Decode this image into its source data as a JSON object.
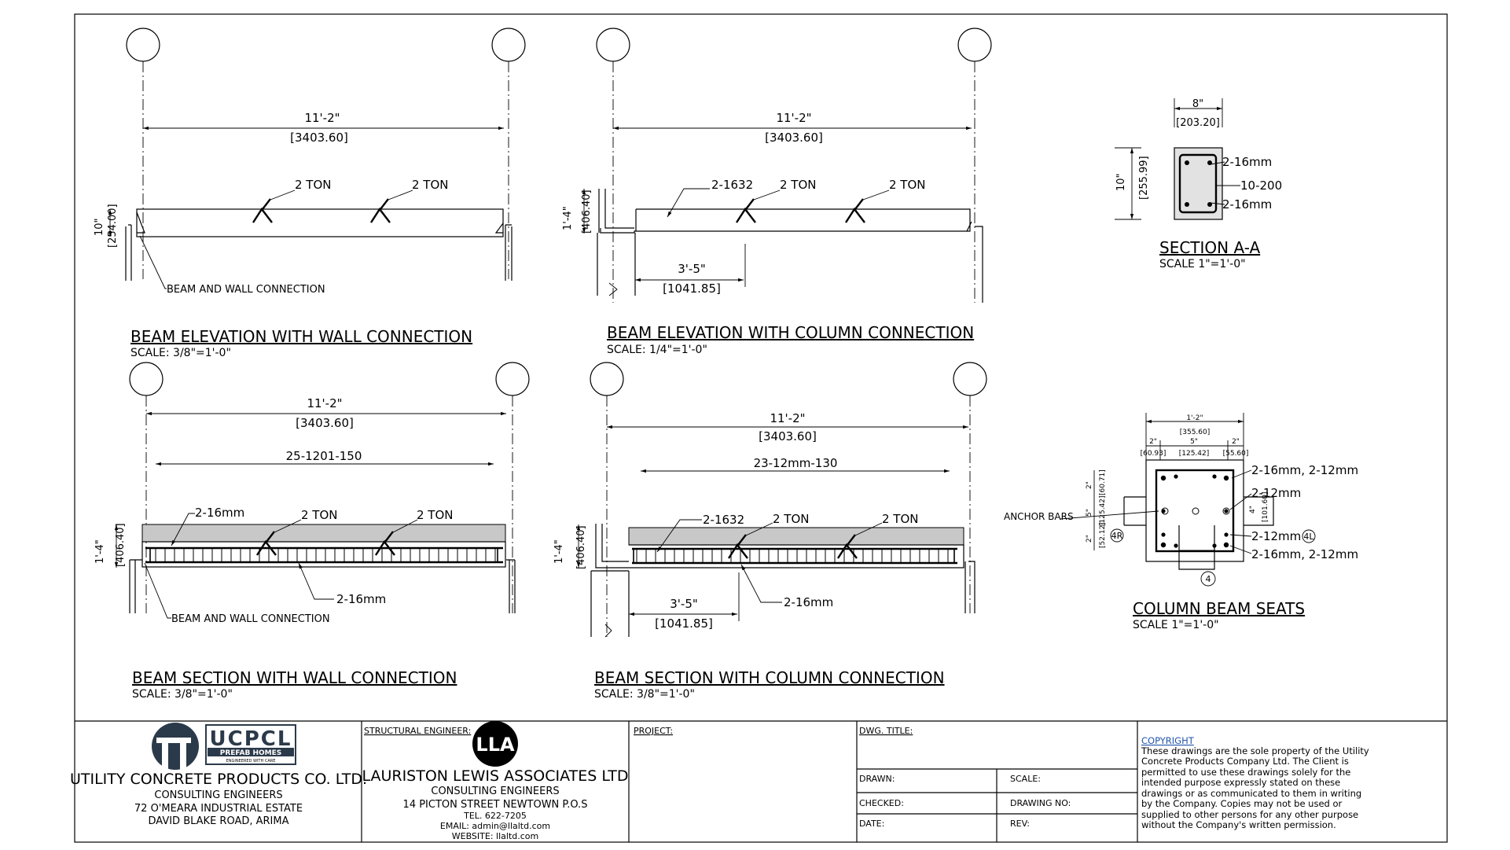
{
  "drawing": {
    "gridlines": {
      "span_imperial": "11'-2\"",
      "span_metric": "[3403.60]"
    },
    "views": {
      "elev_wall": {
        "title": "BEAM ELEVATION WITH WALL CONNECTION",
        "scale": "SCALE: 3/8\"=1'-0\"",
        "depth_imperial": "10\"",
        "depth_metric": "[254.00]",
        "load_1": "2  TON",
        "load_2": "2  TON",
        "note": "BEAM AND WALL CONNECTION"
      },
      "elev_col": {
        "title": "BEAM ELEVATION WITH COLUMN CONNECTION",
        "scale": "SCALE: 1/4\"=1'-0\"",
        "depth_imperial": "1'-4\"",
        "depth_metric": "[406.40]",
        "bar_mark": "2-1632",
        "load_1": "2  TON",
        "load_2": "2  TON",
        "seat_imperial": "3'-5\"",
        "seat_metric": "[1041.85]"
      },
      "sect_wall": {
        "title": "BEAM SECTION WITH WALL CONNECTION",
        "scale": "SCALE: 3/8\"=1'-0\"",
        "depth_imperial": "1'-4\"",
        "depth_metric": "[406.40]",
        "stirrups": "25-1201-150",
        "top_bar": "2-16mm",
        "bottom_bar": "2-16mm",
        "load_1": "2  TON",
        "load_2": "2  TON",
        "note": "BEAM AND WALL CONNECTION"
      },
      "sect_col": {
        "title": "BEAM SECTION WITH COLUMN CONNECTION",
        "scale": "SCALE: 3/8\"=1'-0\"",
        "depth_imperial": "1'-4\"",
        "depth_metric": "[406.40]",
        "stirrups": "23-12mm-130",
        "bar_mark": "2-1632",
        "bottom_bar": "2-16mm",
        "load_1": "2  TON",
        "load_2": "2  TON",
        "seat_imperial": "3'-5\"",
        "seat_metric": "[1041.85]"
      },
      "section_aa": {
        "title": "SECTION A-A",
        "scale": "SCALE 1\"=1'-0\"",
        "width_imperial": "8\"",
        "width_metric": "[203.20]",
        "height_imperial": "10\"",
        "height_metric": "[255.99]",
        "top_bars": "2-16mm",
        "links": "10-200",
        "bottom_bars": "2-16mm"
      },
      "col_seats": {
        "title": "COLUMN BEAM SEATS",
        "scale": "SCALE 1\"=1'-0\"",
        "overall_imperial": "1'-2\"",
        "overall_metric": "[355.60]",
        "d1_imperial": "2\"",
        "d2_imperial": "5\"",
        "d3_imperial": "2\"",
        "d1_metric": "[60.93]",
        "d2_metric": "[125.42]",
        "d3_metric": "[55.60]",
        "v1_imperial": "2\"",
        "v2_imperial": "5\"",
        "v3_imperial": "2\"",
        "v1_metric": "[60.71]",
        "v2_metric": "[125.42]",
        "v3_metric": "[52.12]",
        "seat_imperial": "4\"",
        "seat_metric": "[101.60]",
        "label_1": "2-16mm, 2-12mm",
        "label_2": "2-12mm",
        "label_3": "2-12mm",
        "tag_4l": "4L",
        "label_4": "2-16mm, 2-12mm",
        "tag_4r": "4R",
        "tag_4": "4",
        "anchor": "ANCHOR BARS"
      }
    }
  },
  "title_block": {
    "company": {
      "logo_text": "UCPCL",
      "logo_tagline": "PREFAB HOMES",
      "logo_subtag": "ENGINEERED WITH CARE",
      "name": "UTILITY CONCRETE PRODUCTS CO. LTD.",
      "role": "CONSULTING ENGINEERS",
      "address_1": "72 O'MEARA INDUSTRIAL ESTATE",
      "address_2": "DAVID BLAKE ROAD, ARIMA"
    },
    "engineer": {
      "label": "STRUCTURAL ENGINEER:",
      "logo_text": "LLA",
      "name": "LAURISTON LEWIS ASSOCIATES LTD",
      "role": "CONSULTING ENGINEERS",
      "address": "14 PICTON STREET NEWTOWN P.O.S",
      "tel": "TEL. 622-7205",
      "email": "EMAIL: admin@llaltd.com",
      "website": "WEBSITE: llaltd.com"
    },
    "project": {
      "label": "PROJECT:"
    },
    "dwg": {
      "title_label": "DWG. TITLE:",
      "drawn": "DRAWN:",
      "scale": "SCALE:",
      "checked": "CHECKED:",
      "drawing_no": "DRAWING NO:",
      "date": "DATE:",
      "rev": "REV:"
    },
    "copyright": {
      "heading": "COPYRIGHT",
      "lines": [
        "These drawings are the sole property of the Utility",
        "Concrete Products Company Ltd. The Client is",
        "permitted to use these drawings solely for the",
        "intended purpose expressly stated on these",
        "drawings or as communicated to them in writing",
        " by the Company. Copies may not be used or",
        "supplied to other persons for any other purpose",
        "without the Company's written permission."
      ]
    }
  },
  "colors": {
    "ink": "#000000",
    "hatch": "#c8c8c8",
    "link": "#2255aa"
  }
}
